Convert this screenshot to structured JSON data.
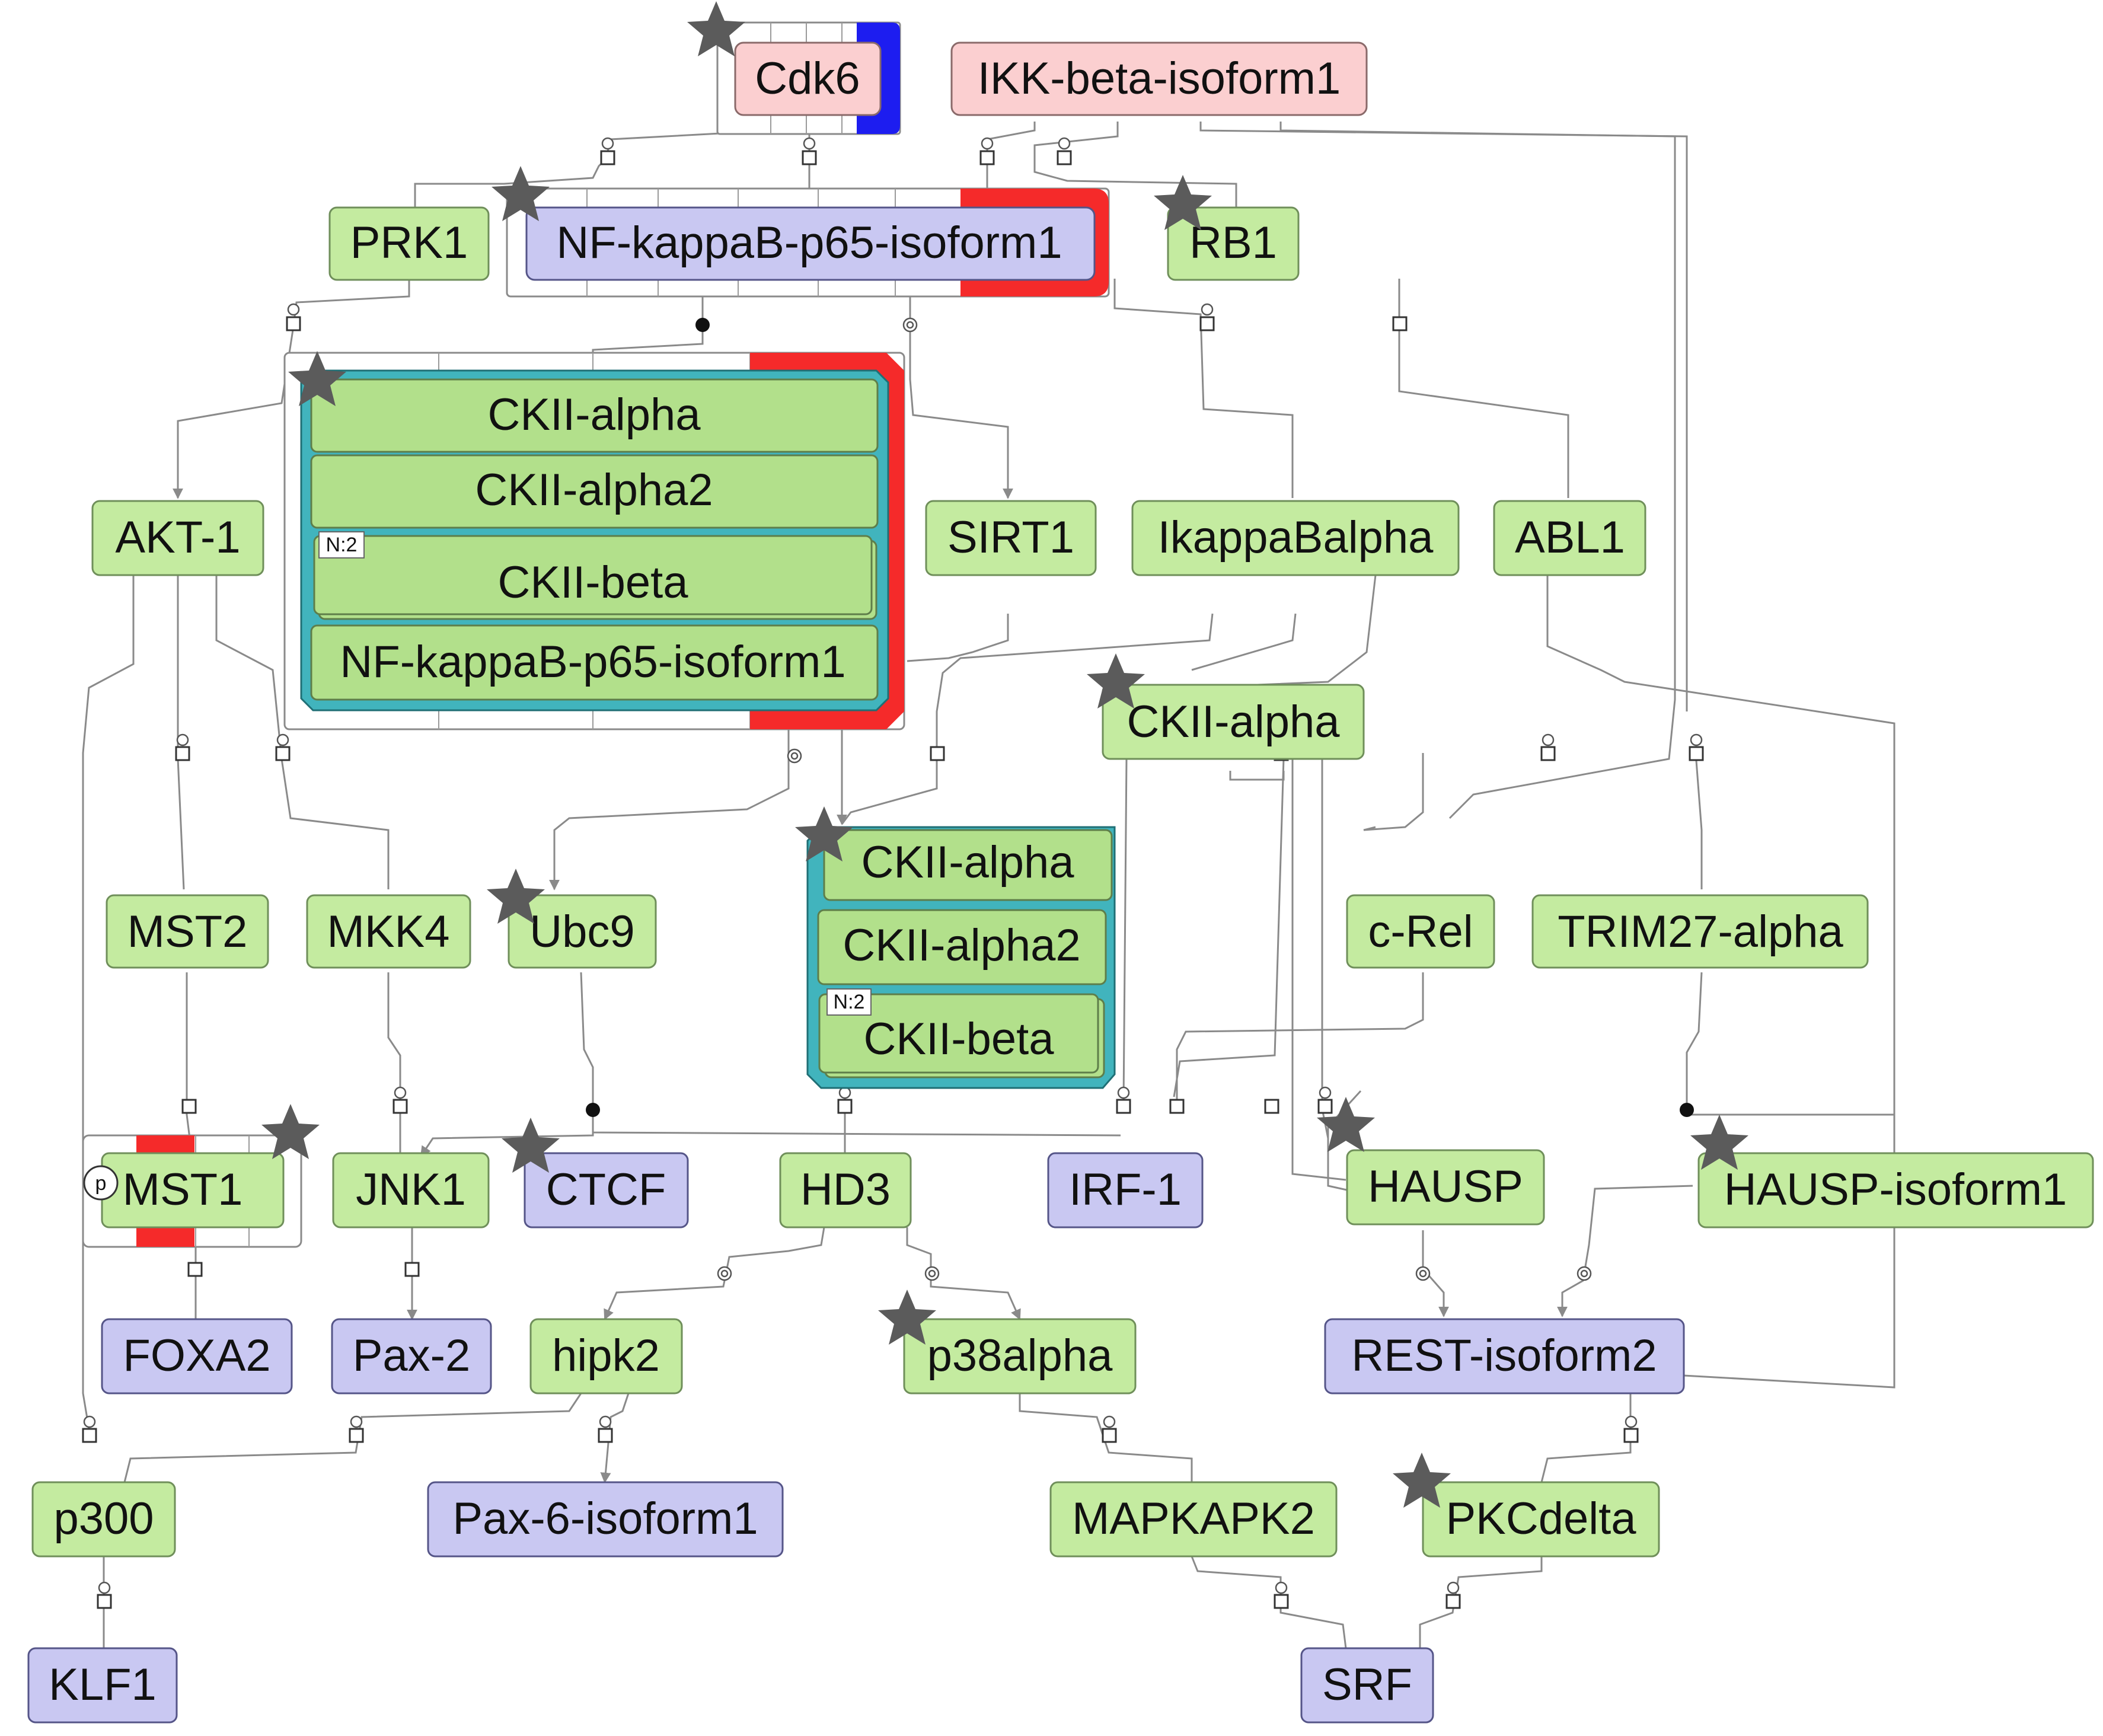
{
  "colors": {
    "macromolecule_green": "#c4eba0",
    "complex_member_green": "#b2e08b",
    "gene_blue": "#c9c8f2",
    "regulator_pink": "#fbcfd0",
    "complex_teal": "#41b4bd",
    "highlight_red": "#f52a2a",
    "highlight_blue": "#1d1df0",
    "star_gray": "#5b5b5b",
    "edge_gray": "#8a8a8a"
  },
  "icons": {
    "star": "star-icon",
    "arrow": "arrowhead-icon",
    "process": "process-square-icon",
    "catalysis": "catalysis-circle-icon",
    "stimulation": "stimulation-dot-icon",
    "phosphorylation": "phospho-state-icon"
  },
  "nodes": [
    {
      "id": "cdk6",
      "label": "Cdk6",
      "kind": "regulator",
      "starred": true
    },
    {
      "id": "ikk",
      "label": "IKK-beta-isoform1",
      "kind": "regulator",
      "starred": false
    },
    {
      "id": "prk1",
      "label": "PRK1",
      "kind": "protein",
      "starred": false
    },
    {
      "id": "nfkb",
      "label": "NF-kappaB-p65-isoform1",
      "kind": "gene",
      "starred": true
    },
    {
      "id": "rb1",
      "label": "RB1",
      "kind": "protein",
      "starred": true
    },
    {
      "id": "akt1",
      "label": "AKT-1",
      "kind": "protein",
      "starred": false
    },
    {
      "id": "sirt1",
      "label": "SIRT1",
      "kind": "protein",
      "starred": false
    },
    {
      "id": "ikba",
      "label": "IkappaBalpha",
      "kind": "protein",
      "starred": false
    },
    {
      "id": "abl1",
      "label": "ABL1",
      "kind": "protein",
      "starred": false
    },
    {
      "id": "ckiia",
      "label": "CKII-alpha",
      "kind": "protein",
      "starred": true
    },
    {
      "id": "mst2",
      "label": "MST2",
      "kind": "protein",
      "starred": false
    },
    {
      "id": "mkk4",
      "label": "MKK4",
      "kind": "protein",
      "starred": false
    },
    {
      "id": "ubc9",
      "label": "Ubc9",
      "kind": "protein",
      "starred": true
    },
    {
      "id": "crel",
      "label": "c-Rel",
      "kind": "protein",
      "starred": false
    },
    {
      "id": "trim27",
      "label": "TRIM27-alpha",
      "kind": "protein",
      "starred": false
    },
    {
      "id": "mst1",
      "label": "MST1",
      "kind": "protein",
      "starred": true,
      "state": "p"
    },
    {
      "id": "jnk1",
      "label": "JNK1",
      "kind": "protein",
      "starred": false
    },
    {
      "id": "ctcf",
      "label": "CTCF",
      "kind": "gene",
      "starred": true
    },
    {
      "id": "hd3",
      "label": "HD3",
      "kind": "protein",
      "starred": false
    },
    {
      "id": "irf1",
      "label": "IRF-1",
      "kind": "gene",
      "starred": false
    },
    {
      "id": "hausp",
      "label": "HAUSP",
      "kind": "protein",
      "starred": true
    },
    {
      "id": "hausp1",
      "label": "HAUSP-isoform1",
      "kind": "protein",
      "starred": true
    },
    {
      "id": "foxa2",
      "label": "FOXA2",
      "kind": "gene",
      "starred": false
    },
    {
      "id": "pax2",
      "label": "Pax-2",
      "kind": "gene",
      "starred": false
    },
    {
      "id": "hipk2",
      "label": "hipk2",
      "kind": "protein",
      "starred": false
    },
    {
      "id": "p38",
      "label": "p38alpha",
      "kind": "protein",
      "starred": true
    },
    {
      "id": "rest",
      "label": "REST-isoform2",
      "kind": "gene",
      "starred": false
    },
    {
      "id": "p300",
      "label": "p300",
      "kind": "protein",
      "starred": false
    },
    {
      "id": "pax6",
      "label": "Pax-6-isoform1",
      "kind": "gene",
      "starred": false
    },
    {
      "id": "mapkapk2",
      "label": "MAPKAPK2",
      "kind": "protein",
      "starred": false
    },
    {
      "id": "pkcd",
      "label": "PKCdelta",
      "kind": "protein",
      "starred": true
    },
    {
      "id": "klf1",
      "label": "KLF1",
      "kind": "gene",
      "starred": false
    },
    {
      "id": "srf",
      "label": "SRF",
      "kind": "gene",
      "starred": false
    }
  ],
  "complexes": [
    {
      "id": "complex1",
      "starred": true,
      "members": [
        {
          "label": "CKII-alpha"
        },
        {
          "label": "CKII-alpha2"
        },
        {
          "label": "CKII-beta",
          "clone": "N:2"
        },
        {
          "label": "NF-kappaB-p65-isoform1"
        }
      ]
    },
    {
      "id": "complex2",
      "starred": true,
      "members": [
        {
          "label": "CKII-alpha"
        },
        {
          "label": "CKII-alpha2"
        },
        {
          "label": "CKII-beta",
          "clone": "N:2"
        }
      ]
    }
  ]
}
